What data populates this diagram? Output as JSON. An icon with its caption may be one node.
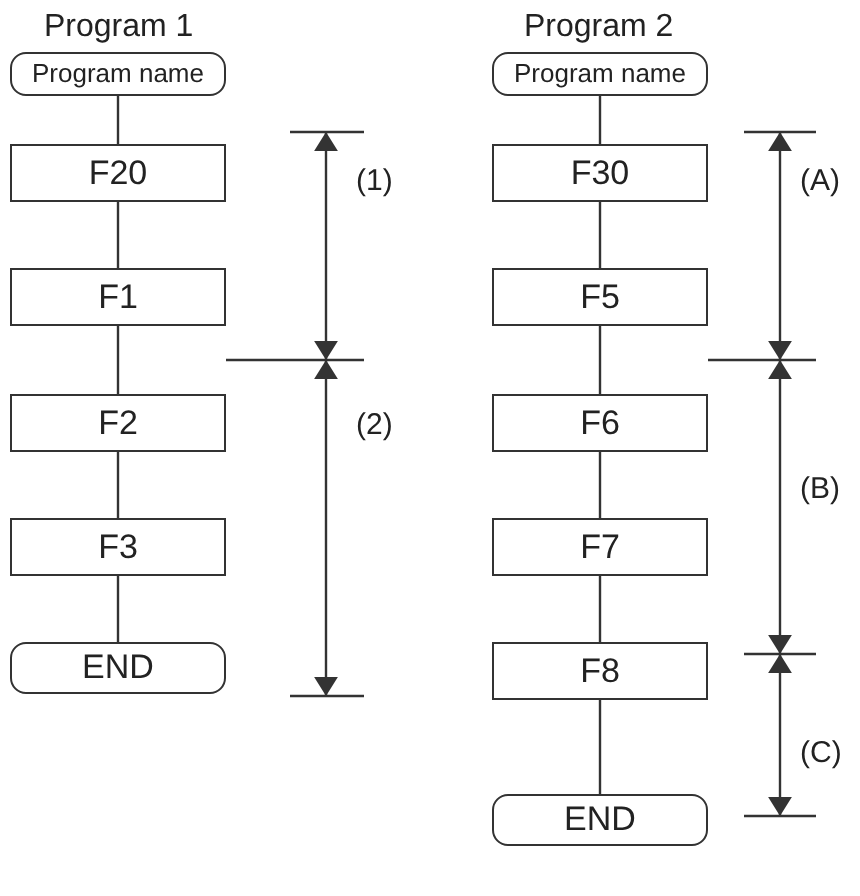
{
  "diagram": {
    "nodes": [
      {
        "text": [
          "Program name"
        ]
      },
      {
        "text": [
          "F20"
        ]
      },
      {
        "text": [
          "F1"
        ]
      },
      {
        "text": [
          "F2"
        ]
      },
      {
        "text": [
          "F3"
        ]
      },
      {
        "text": [
          "END"
        ]
      },
      {
        "text": [
          "Program name"
        ]
      },
      {
        "text": [
          "F30"
        ]
      },
      {
        "text": [
          "F5"
        ]
      },
      {
        "text": [
          "F6"
        ]
      },
      {
        "text": [
          "F7"
        ]
      },
      {
        "text": [
          "F8"
        ]
      },
      {
        "text": [
          "END"
        ]
      }
    ],
    "edges": [
      {
        "from": 0,
        "to": 1,
        "arrow": "none"
      },
      {
        "from": 1,
        "to": 2,
        "arrow": "none"
      },
      {
        "from": 2,
        "to": 3,
        "arrow": "none"
      },
      {
        "from": 3,
        "to": 4,
        "arrow": "none"
      },
      {
        "from": 4,
        "to": 5,
        "arrow": "none"
      },
      {
        "from": 6,
        "to": 7,
        "arrow": "none"
      },
      {
        "from": 7,
        "to": 8,
        "arrow": "none"
      },
      {
        "from": 8,
        "to": 9,
        "arrow": "none"
      },
      {
        "from": 9,
        "to": 10,
        "arrow": "none"
      },
      {
        "from": 10,
        "to": 11,
        "arrow": "none"
      },
      {
        "from": 11,
        "to": 12,
        "arrow": "none"
      }
    ],
    "labels": [
      "Program 1",
      "Program 2",
      "(1)",
      "(A)",
      "(2)",
      "(B)",
      "(C)"
    ]
  }
}
